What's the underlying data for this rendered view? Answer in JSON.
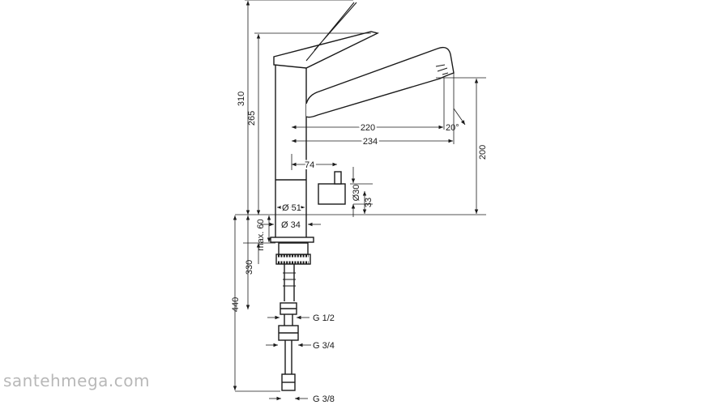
{
  "dimensions": {
    "total_height": "310",
    "spout_height": "265",
    "reach_220": "220",
    "reach_234": "234",
    "spout_angle": "20°",
    "lever_offset": "74",
    "spout_clearance": "200",
    "knob_dia": "Ø30",
    "knob_height": "33",
    "body_dia": "Ø 51",
    "shank_dia": "Ø 34",
    "max_deck": "max. 60",
    "shank_length": "330",
    "hose_length": "440",
    "thread_g12": "G 1/2",
    "thread_g34": "G 3/4",
    "thread_g38": "G 3/8"
  },
  "watermark": "santehmega.com",
  "colors": {
    "line": "#1a1a1a",
    "watermark": "#b8b8b8"
  }
}
